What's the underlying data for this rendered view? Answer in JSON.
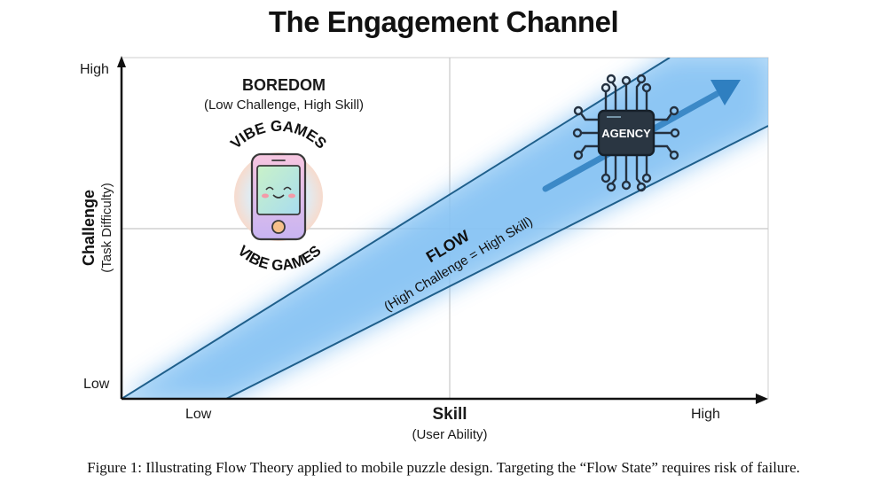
{
  "title": "The Engagement Channel",
  "chart_data": {
    "type": "diagram",
    "title": "The Engagement Channel",
    "xlabel": "Skill",
    "xlabel_sub": "(User Ability)",
    "ylabel": "Challenge",
    "ylabel_sub": "(Task Difficulty)",
    "x_ticks": [
      "Low",
      "High"
    ],
    "y_ticks": [
      "Low",
      "High"
    ],
    "quadrant_grid": true,
    "regions": [
      {
        "name": "BOREDOM",
        "description": "(Low Challenge, High Skill)",
        "position": "upper-left"
      },
      {
        "name": "FLOW",
        "description": "(High Challenge = High Skill)",
        "position": "diagonal-band"
      }
    ],
    "annotations": [
      {
        "label": "VIBE GAMES",
        "icon": "smiling-phone",
        "position": "upper-left quadrant"
      },
      {
        "label": "AGENCY",
        "icon": "chip",
        "position": "upper-right, inside flow band"
      }
    ],
    "colors": {
      "band": "#5aa9ec",
      "band_edge": "#1f5f8b",
      "arrow": "#2f7fc0"
    }
  },
  "axes": {
    "x": {
      "label": "Skill",
      "sub": "(User Ability)",
      "low": "Low",
      "high": "High"
    },
    "y": {
      "label": "Challenge",
      "sub": "(Task Difficulty)",
      "low": "Low",
      "high": "High"
    }
  },
  "regions": {
    "boredom": {
      "title": "BOREDOM",
      "sub": "(Low Challenge, High Skill)"
    },
    "flow": {
      "title": "FLOW",
      "sub": "(High Challenge = High Skill)"
    }
  },
  "badges": {
    "vibe_top": "VIBE GAMES",
    "vibe_bottom": "VIBE GAMES",
    "agency": "AGENCY"
  },
  "caption": "Figure 1: Illustrating Flow Theory applied to mobile puzzle design. Targeting the “Flow State” requires risk of failure."
}
